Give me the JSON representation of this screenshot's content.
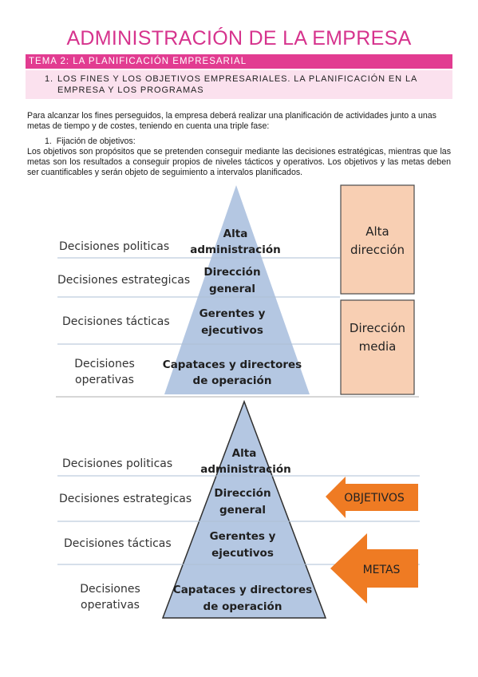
{
  "header": {
    "title": "ADMINISTRACIÓN DE LA EMPRESA",
    "tema": "TEMA 2: LA PLANIFICACIÓN EMPRESARIAL",
    "section_number": "1.",
    "section_title": "LOS FINES Y LOS OBJETIVOS EMPRESARIALES. LA PLANIFICACIÓN EN LA EMPRESA Y LOS PROGRAMAS"
  },
  "body": {
    "intro": "Para alcanzar los fines perseguidos, la empresa deberá realizar una planificación de actividades junto a unas metas de tiempo y de costes, teniendo en cuenta una triple fase:",
    "list_item": "1.  Fijación de objetivos:",
    "paragraph": "Los objetivos son propósitos que se pretenden conseguir mediante las decisiones estratégicas, mientras que las metas son los resultados a conseguir propios de niveles tácticos y operativos. Los objetivos y las metas deben ser cuantificables y serán objeto de seguimiento a intervalos planificados."
  },
  "diagram1": {
    "left_labels": {
      "politicas": "Decisiones politicas",
      "estrategicas": "Decisiones estrategicas",
      "tacticas": "Decisiones tácticas",
      "operativas_1": "Decisiones",
      "operativas_2": "operativas"
    },
    "levels": {
      "alta_1": "Alta",
      "alta_2": "administración",
      "direccion_1": "Dirección",
      "direccion_2": "general",
      "gerentes_1": "Gerentes y",
      "gerentes_2": "ejecutivos",
      "capataces_1": "Capataces y directores",
      "capataces_2": "de operación"
    },
    "boxes": {
      "alta_1": "Alta",
      "alta_2": "dirección",
      "media_1": "Dirección",
      "media_2": "media"
    }
  },
  "diagram2": {
    "left_labels": {
      "politicas": "Decisiones politicas",
      "estrategicas": "Decisiones estrategicas",
      "tacticas": "Decisiones tácticas",
      "operativas_1": "Decisiones",
      "operativas_2": "operativas"
    },
    "levels": {
      "alta_1": "Alta",
      "alta_2": "administración",
      "direccion_1": "Dirección",
      "direccion_2": "general",
      "gerentes_1": "Gerentes y",
      "gerentes_2": "ejecutivos",
      "capataces_1": "Capataces y directores",
      "capataces_2": "de operación"
    },
    "arrows": {
      "objetivos": "OBJETIVOS",
      "metas": "METAS"
    }
  },
  "colors": {
    "title": "#d6338d",
    "tema_bar": "#e23c91",
    "section_box": "#fbe1ee",
    "pyramid": "#b4c7e2",
    "level_box": "#f8cfb3",
    "arrow": "#ef7b23"
  }
}
